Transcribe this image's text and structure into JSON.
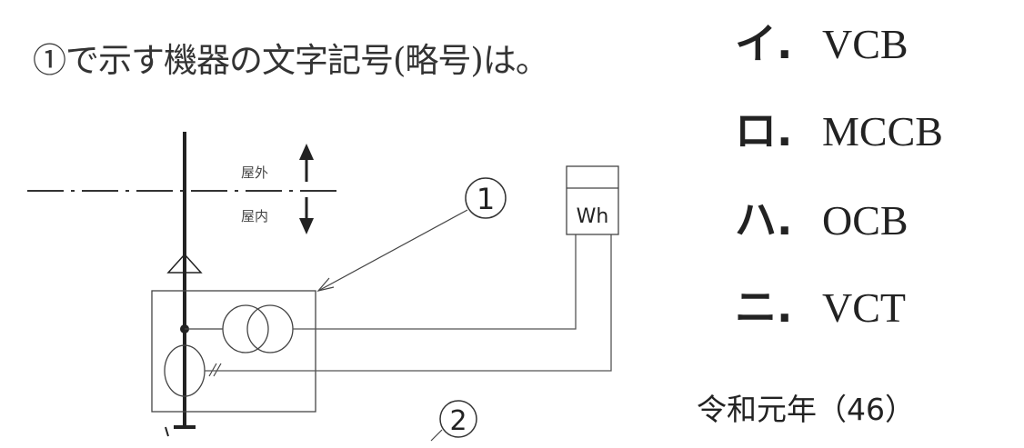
{
  "question": "①で示す機器の文字記号(略号)は。",
  "options": [
    {
      "mark": "イ.",
      "value": "VCB"
    },
    {
      "mark": "ロ.",
      "value": "MCCB"
    },
    {
      "mark": "ハ.",
      "value": "OCB"
    },
    {
      "mark": "ニ.",
      "value": "VCT"
    }
  ],
  "diagram": {
    "outdoor_label": "屋外",
    "indoor_label": "屋内",
    "meter_label": "Wh",
    "callout_1": "1",
    "callout_2": "2"
  },
  "source": "令和元年（46）"
}
